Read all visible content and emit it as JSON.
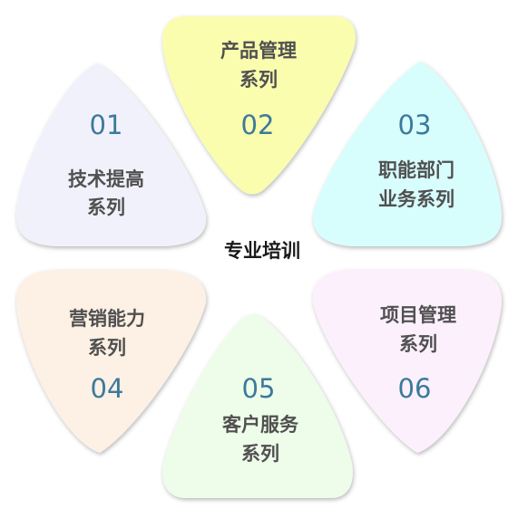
{
  "center_label": "专业培训",
  "petals": [
    {
      "number": "01",
      "line1": "技术提高",
      "line2": "系列",
      "color": "#f1f1fb"
    },
    {
      "number": "02",
      "line1": "产品管理",
      "line2": "系列",
      "color": "#fafcae"
    },
    {
      "number": "03",
      "line1": "职能部门",
      "line2": "业务系列",
      "color": "#d8fdfd"
    },
    {
      "number": "04",
      "line1": "营销能力",
      "line2": "系列",
      "color": "#fdf0e4"
    },
    {
      "number": "05",
      "line1": "客户服务",
      "line2": "系列",
      "color": "#eefcea"
    },
    {
      "number": "06",
      "line1": "项目管理",
      "line2": "系列",
      "color": "#fcf0fd"
    }
  ]
}
